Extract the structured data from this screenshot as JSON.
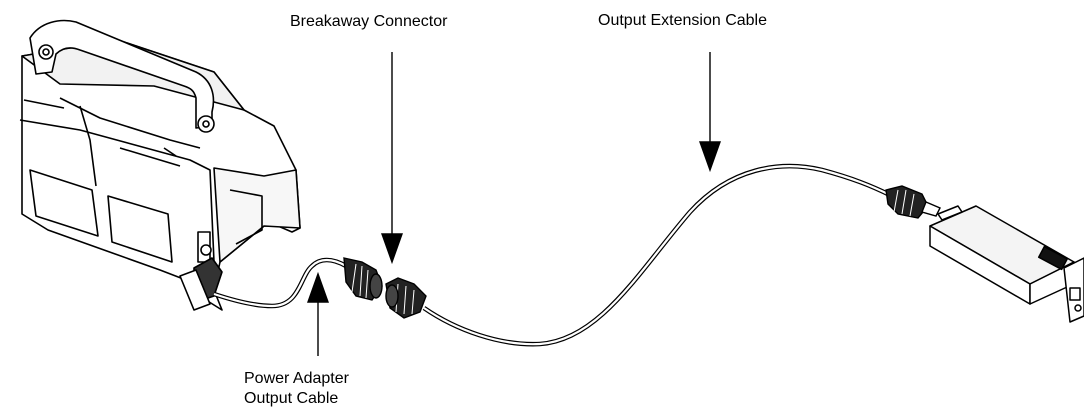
{
  "labels": {
    "breakaway_connector": "Breakaway Connector",
    "output_extension_cable": "Output Extension Cable",
    "power_adapter_line1": "Power Adapter",
    "power_adapter_line2": "Output Cable"
  },
  "colors": {
    "line": "#000000",
    "device_fill": "#ffffff",
    "shade": "#e8e8e8"
  }
}
